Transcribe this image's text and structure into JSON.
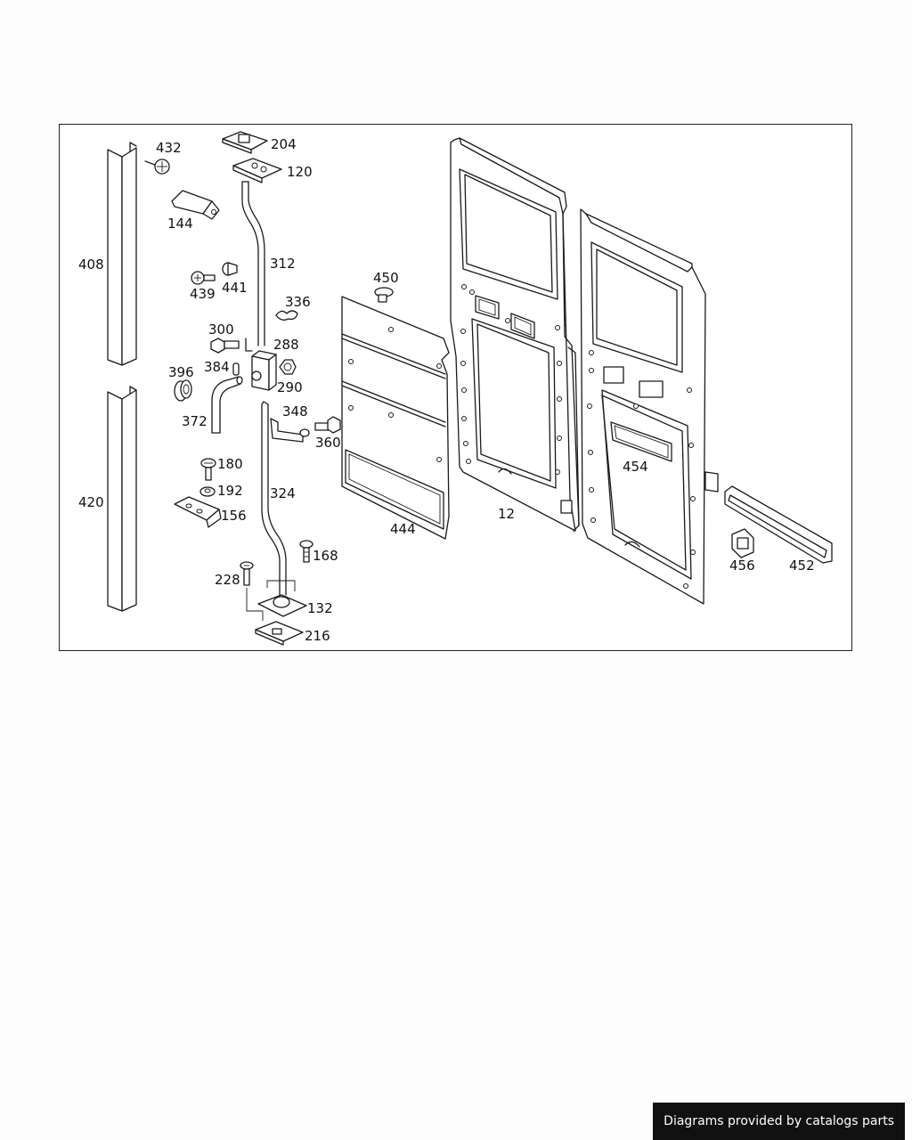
{
  "diagram": {
    "part_labels": {
      "p12": "12",
      "p120": "120",
      "p132": "132",
      "p144": "144",
      "p156": "156",
      "p168": "168",
      "p180": "180",
      "p192": "192",
      "p204": "204",
      "p216": "216",
      "p228": "228",
      "p288": "288",
      "p290": "290",
      "p300": "300",
      "p312": "312",
      "p324": "324",
      "p336": "336",
      "p348": "348",
      "p360": "360",
      "p372": "372",
      "p384": "384",
      "p396": "396",
      "p408": "408",
      "p420": "420",
      "p432": "432",
      "p439": "439",
      "p441": "441",
      "p444": "444",
      "p450": "450",
      "p452": "452",
      "p454": "454",
      "p456": "456"
    }
  },
  "footer": {
    "credit": "Diagrams provided by catalogs parts"
  }
}
